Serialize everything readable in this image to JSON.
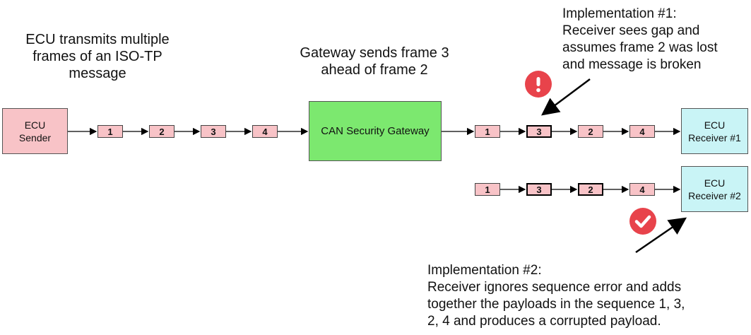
{
  "notes": {
    "ecu_transmits": "ECU transmits multiple\nframes of an ISO-TP\nmessage",
    "gateway_sends": "Gateway sends frame 3\nahead of frame 2",
    "impl1": "Implementation #1:\nReceiver sees gap and\nassumes frame 2 was lost\nand message is broken",
    "impl2": "Implementation #2:\nReceiver ignores sequence error and adds\ntogether the payloads in the sequence 1, 3,\n2, 4 and produces a corrupted payload."
  },
  "nodes": {
    "ecu_sender": "ECU\nSender",
    "gateway": "CAN Security Gateway",
    "receiver1": "ECU\nReceiver #1",
    "receiver2": "ECU\nReceiver #2"
  },
  "frames": {
    "sender_row": [
      "1",
      "2",
      "3",
      "4"
    ],
    "receiver1_row": [
      "1",
      "3",
      "2",
      "4"
    ],
    "receiver2_row": [
      "1",
      "3",
      "2",
      "4"
    ]
  },
  "badges": {
    "error": "!",
    "ok": "✓"
  },
  "colors": {
    "ecu_sender": "#f8c3c7",
    "gateway": "#7ce86f",
    "receiver": "#c9f4f6",
    "frame": "#f8c3c7",
    "badge": "#e8434b"
  }
}
